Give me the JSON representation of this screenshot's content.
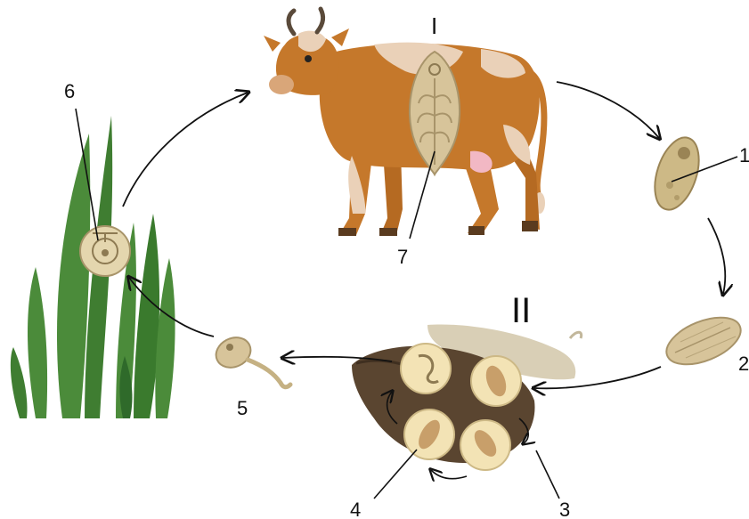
{
  "hosts": {
    "definitive": "I",
    "intermediate": "II"
  },
  "stage_labels": [
    "1",
    "2",
    "3",
    "4",
    "5",
    "6",
    "7"
  ],
  "colors": {
    "cow_body": "#c5782b",
    "cow_patch": "#ead1b8",
    "grass": "#4b8b3a",
    "grass_dark": "#2f6a2a",
    "snail_shell": "#5a4530",
    "snail_body": "#d9cfb6",
    "parasite": "#d7c49a",
    "circle_fill": "#f3e3b5",
    "arrow": "#111111"
  }
}
